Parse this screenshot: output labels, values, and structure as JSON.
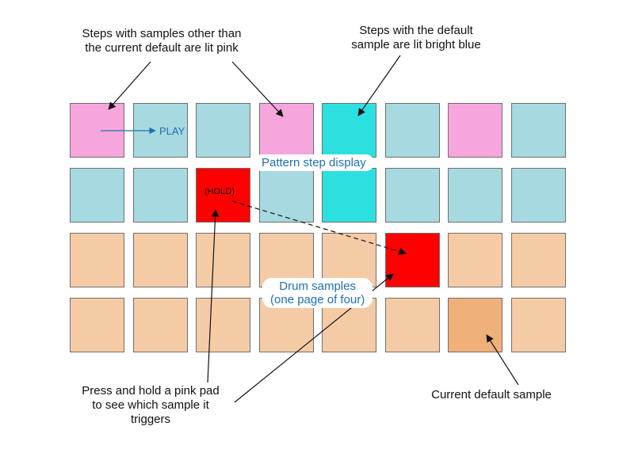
{
  "colors": {
    "pink": "#f7a6dd",
    "light_blue": "#a7d9e0",
    "bright_blue": "#2de0e0",
    "peach": "#f5cba6",
    "red": "#ff0000",
    "default_orange": "#f0b07a",
    "label_blue": "#1f6fb5",
    "arrow": "#111111"
  },
  "grid": {
    "rows": [
      [
        "pink",
        "light_blue",
        "light_blue",
        "pink",
        "bright_blue",
        "light_blue",
        "pink",
        "light_blue"
      ],
      [
        "light_blue",
        "light_blue",
        "red",
        "light_blue",
        "bright_blue",
        "light_blue",
        "light_blue",
        "light_blue"
      ],
      [
        "peach",
        "peach",
        "peach",
        "peach",
        "peach",
        "red",
        "peach",
        "peach"
      ],
      [
        "peach",
        "peach",
        "peach",
        "peach",
        "peach",
        "peach",
        "default_orange",
        "peach"
      ]
    ]
  },
  "labels": {
    "play": "PLAY",
    "hold": "(HOLD)",
    "pattern_step_display": "Pattern step display",
    "drum_samples_line1": "Drum samples",
    "drum_samples_line2": "(one page of four)"
  },
  "annotations": {
    "pink_steps_line1": "Steps with samples other than",
    "pink_steps_line2": "the current default are lit pink",
    "blue_steps_line1": "Steps with the default",
    "blue_steps_line2": "sample are lit bright blue",
    "press_hold_line1": "Press and hold a pink pad",
    "press_hold_line2": "to see which sample it",
    "press_hold_line3": "triggers",
    "current_default": "Current default sample"
  }
}
